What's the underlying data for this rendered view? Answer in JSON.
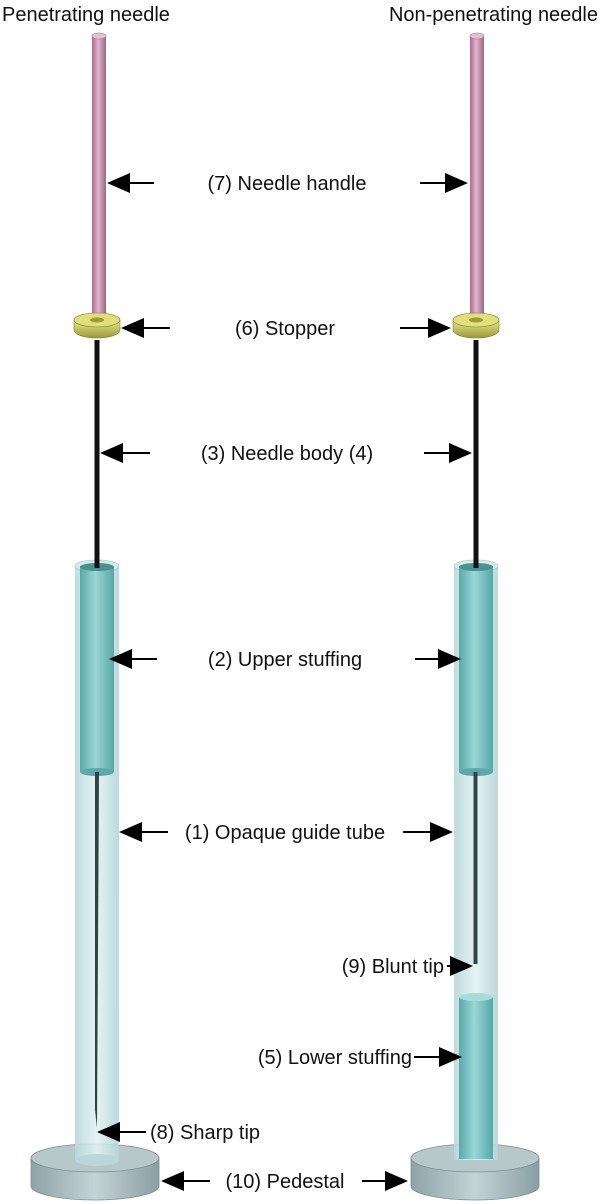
{
  "titles": {
    "left": "Penetrating needle",
    "right": "Non-penetrating needle"
  },
  "labels": {
    "needle_handle": "(7) Needle handle",
    "stopper": "(6) Stopper",
    "needle_body": "(3) Needle body (4)",
    "upper_stuffing": "(2) Upper stuffing",
    "guide_tube": "(1) Opaque guide tube",
    "blunt_tip": "(9) Blunt tip",
    "lower_stuffing": "(5) Lower stuffing",
    "sharp_tip": "(8) Sharp tip",
    "pedestal": "(10) Pedestal"
  },
  "colors": {
    "handle": "#c98fae",
    "stopper": "#c8c860",
    "needle_body": "#111111",
    "guide_tube": "#cfe7e8",
    "stuffing": "#78c2c2",
    "pedestal": "#a9bcc0",
    "arrow": "#000000"
  }
}
